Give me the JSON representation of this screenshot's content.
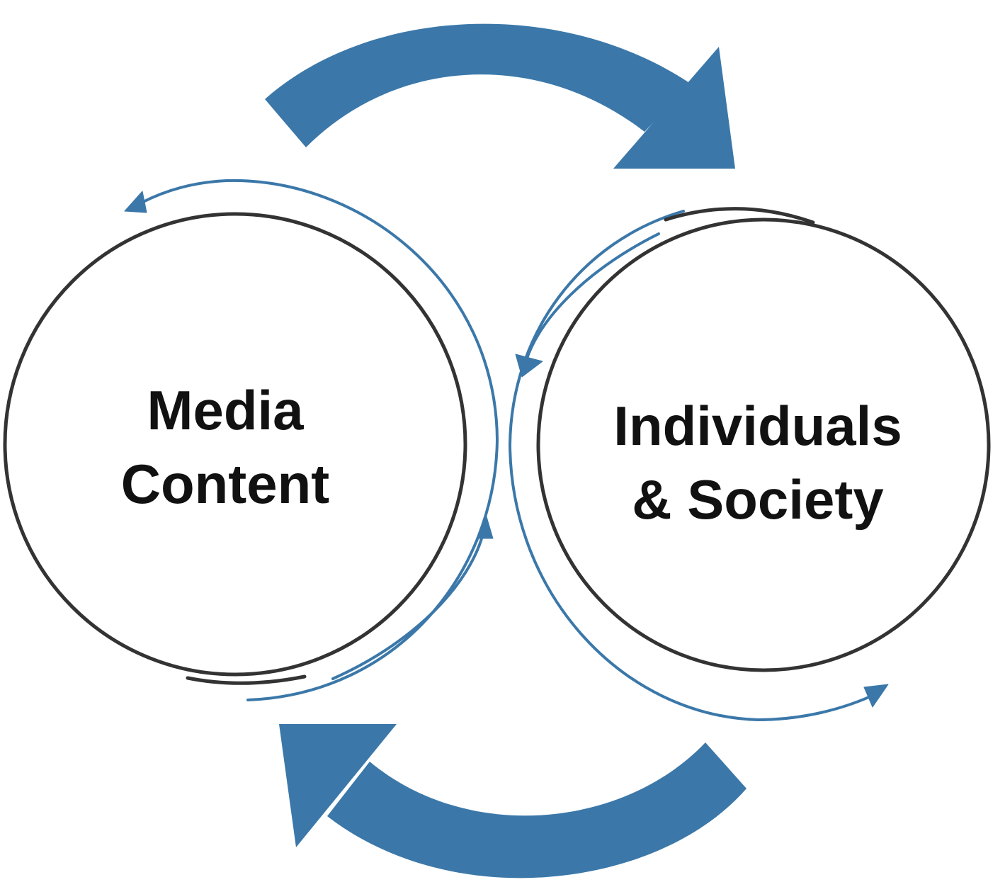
{
  "nodes": {
    "left": {
      "line1": "Media",
      "line2": "Content"
    },
    "right": {
      "line1": "Individuals",
      "line2": "& Society"
    }
  },
  "colors": {
    "arrow_blue": "#3b78a9",
    "outline": "#333333",
    "text": "#111111",
    "background": "#ffffff"
  }
}
